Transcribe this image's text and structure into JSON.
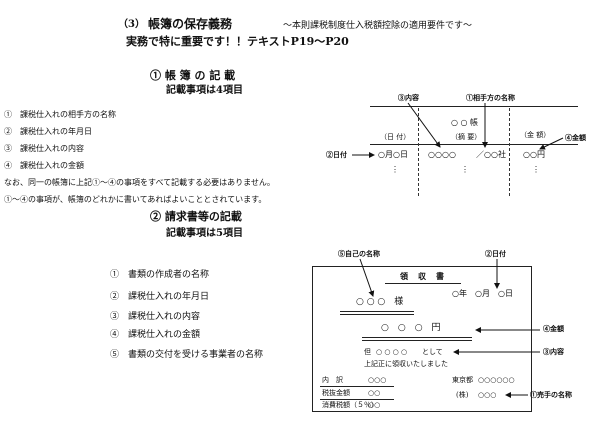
{
  "header": {
    "section_label": "（3）",
    "section_title": "帳簿の保存義務",
    "subtitle": "～本則課税制度仕入税額控除の適用要件です～",
    "emphasis": "実務で特に重要です！！テキストP19～P20"
  },
  "books": {
    "heading": "① 帳 簿 の 記 載",
    "count_line": "記載事項は4項目",
    "items": [
      "①　課税仕入れの相手方の名称",
      "②　課税仕入れの年月日",
      "③　課税仕入れの内容",
      "④　課税仕入れの金額"
    ],
    "note1": "なお、同一の帳簿に上記①～④の事項をすべて記載する必要はありません。",
    "note2": "①～④の事項が、帳簿のどれかに書いてあればよいこととされています。",
    "diagram": {
      "top_label_content": "③内容",
      "top_label_partner": "①相手方の名称",
      "right_label_amount": "④金額",
      "left_label_date": "②日付",
      "col_date": "（日 付）",
      "col_summary_top": "○ ○ 帳",
      "col_summary": "（摘 要）",
      "col_amount": "（金 額）",
      "row_date": "○月○日",
      "row_content": "○○○○",
      "row_partner": "／○○社",
      "row_amount": "○○円",
      "ellipsis": "⋮"
    }
  },
  "invoice": {
    "heading": "② 請求書等の記載",
    "count_line": "記載事項は5項目",
    "items": [
      "①　書類の作成者の名称",
      "②　課税仕入れの年月日",
      "③　課税仕入れの内容",
      "④　課税仕入れの金額",
      "⑤　書類の交付を受ける事業者の名称"
    ],
    "diagram": {
      "top_label_own": "⑤自己の名称",
      "top_label_date": "②日付",
      "title": "領　収　書",
      "date_line": "○年　○月　○日",
      "addressee": "○ ○ ○　様",
      "amount": "○　○　○　円",
      "purpose_prefix": "但",
      "purpose_value": "○ ○ ○ ○",
      "purpose_suffix": "として",
      "received": "上記正に領収いたしました",
      "breakdown_label": "内　訳",
      "breakdown_value": "○○○",
      "taxable_label": "税抜金額",
      "taxable_value": "○○",
      "tax_label": "消費税額（５％）",
      "tax_value": "○○",
      "issuer_address_prefix": "東京都",
      "issuer_address": "○○○○○○",
      "issuer_company_prefix": "(株)",
      "issuer_company": "○○○",
      "right_label_amount": "④金額",
      "right_label_content": "③内容",
      "right_label_seller": "①売手の名称"
    }
  }
}
